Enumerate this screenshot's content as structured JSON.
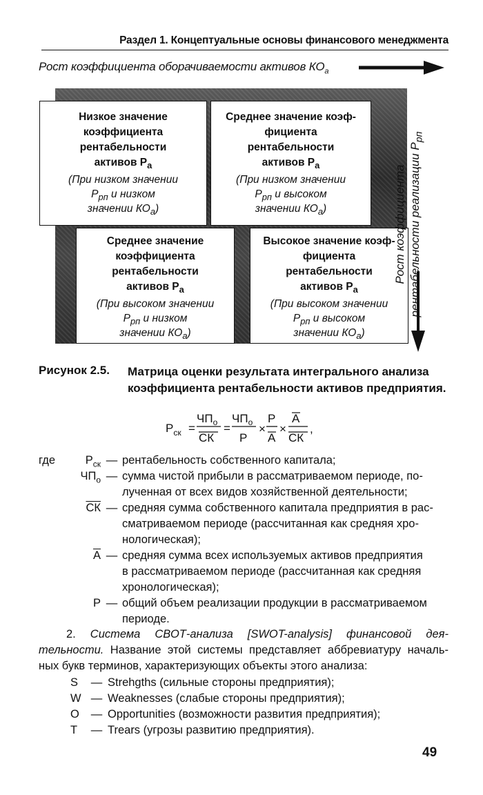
{
  "header": {
    "text": "Раздел 1. Концептуальные основы финансового менеджмента"
  },
  "figure": {
    "top_axis_label": "Рост коэффициента оборачиваемости активов КО",
    "top_axis_sub": "а",
    "side_axis_line1": "Рост коэффициента",
    "side_axis_line2": "рентабельности реализации Р",
    "side_axis_sub": "рп",
    "boxes": [
      {
        "title": [
          "Низкое значение",
          "коэффициента",
          "рентабельности",
          "активов Р"
        ],
        "title_sub": "а",
        "note": [
          "(При низком значении",
          "Р",
          "рп",
          " и низком",
          "значении КО",
          "а",
          ")"
        ]
      },
      {
        "title": [
          "Среднее значение коэф-",
          "фициента",
          "рентабельности",
          "активов Р"
        ],
        "title_sub": "а",
        "note": [
          "(При низком значении",
          "Р",
          "рп",
          " и высоком",
          "значении КО",
          "а",
          ")"
        ]
      },
      {
        "title": [
          "Среднее значение",
          "коэффициента",
          "рентабельности",
          "активов Р"
        ],
        "title_sub": "а",
        "note": [
          "(При высоком значении",
          "Р",
          "рп",
          " и низком",
          "значении КО",
          "а",
          ")"
        ]
      },
      {
        "title": [
          "Высокое значение коэф-",
          "фициента",
          "рентабельности",
          "активов Р"
        ],
        "title_sub": "а",
        "note": [
          "(При высоком значении",
          "Р",
          "рп",
          " и высоком",
          "значении КО",
          "а",
          ")"
        ]
      }
    ],
    "caption_label": "Рисунок 2.5.",
    "caption_line1": "Матрица оценки результата интегрального анализа",
    "caption_line2": "коэффициента рентабельности активов предприятия."
  },
  "formula": {
    "lhs": "Р",
    "lhs_sub": "ск",
    "n1": "ЧП",
    "n1_sub": "о",
    "d1": "СК",
    "n2": "ЧП",
    "n2_sub": "о",
    "d2": "Р",
    "n3": "Р",
    "d3": "А",
    "n4": "А",
    "d4": "СК"
  },
  "definitions": {
    "where": "где",
    "items": [
      {
        "sym": "Р",
        "sym_sub": "ск",
        "overline": false,
        "lines": [
          "рентабельность собственного капитала;"
        ]
      },
      {
        "sym": "ЧП",
        "sym_sub": "о",
        "overline": false,
        "lines": [
          "сумма чистой прибыли в рассматриваемом периоде, по-",
          "лученная от всех видов хозяйственной деятельности;"
        ]
      },
      {
        "sym": "СК",
        "sym_sub": "",
        "overline": true,
        "lines": [
          "средняя сумма собственного капитала предприятия в рас-",
          "сматриваемом периоде (рассчитанная как средняя хро-",
          "нологическая);"
        ]
      },
      {
        "sym": "А",
        "sym_sub": "",
        "overline": true,
        "lines": [
          "средняя сумма всех используемых активов предприятия",
          "в рассматриваемом периоде (рассчитанная как средняя",
          "хронологическая);"
        ]
      },
      {
        "sym": "Р",
        "sym_sub": "",
        "overline": false,
        "lines": [
          "общий объем реализации продукции в рассматриваемом",
          "периоде."
        ]
      }
    ]
  },
  "paragraph": {
    "num": "2.",
    "italic": "Система СВОТ-анализа [SWOT-analysis] финансовой дея-",
    "italic2": "тельности.",
    "rest1": " Название этой системы представляет аббревиатуру началь-",
    "rest2": "ных букв терминов, характеризующих объекты этого анализа:"
  },
  "swot": [
    {
      "letter": "S",
      "text": "Strehgths (сильные стороны предприятия);"
    },
    {
      "letter": "W",
      "text": "Weaknesses (слабые стороны предприятия);"
    },
    {
      "letter": "O",
      "text": "Opportunities (возможности развития предприятия);"
    },
    {
      "letter": "T",
      "text": "Trears (угрозы развитию предприятия)."
    }
  ],
  "page_number": "49"
}
